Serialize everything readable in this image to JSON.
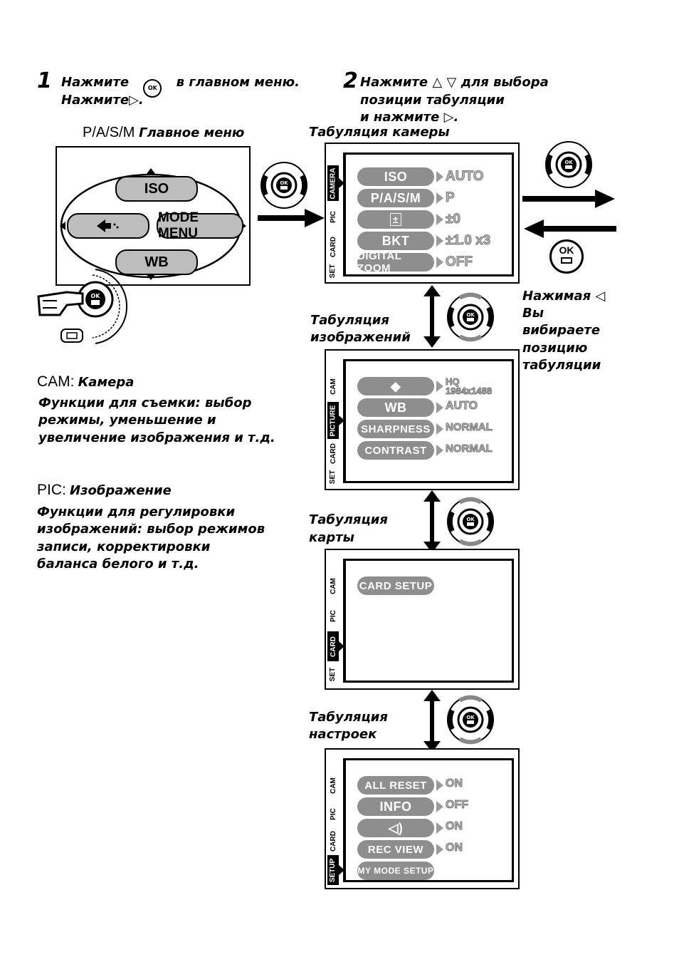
{
  "step1": {
    "number": "1",
    "line1_prefix": "Нажмите",
    "line1_suffix": "в главном меню.",
    "line2": "Нажмите▷."
  },
  "step2": {
    "number": "2",
    "line1": "Нажмите △ ▽ для выбора",
    "line2": "позиции табуляции",
    "line3": "и нажмите ▷."
  },
  "main_menu": {
    "title_prefix": "P/A/S/M",
    "title_suffix": "Главное меню",
    "top_label": "ISO",
    "right_label": "MODE MENU",
    "bottom_label": "WB"
  },
  "labels": {
    "camera_tab": "Табуляция камеры",
    "images_tab_1": "Табуляция",
    "images_tab_2": "изображений",
    "card_tab_1": "Табуляция",
    "card_tab_2": "карты",
    "setup_tab_1": "Табуляция",
    "setup_tab_2": "настроек",
    "pressing_1": "Нажимая ◁",
    "pressing_2": "Вы",
    "pressing_3": "вибираете",
    "pressing_4": "позицию",
    "pressing_5": "табуляции"
  },
  "cam_desc": {
    "head_code": "CAM:",
    "head_name": "Камера",
    "line1": "Функции для съемки: выбор",
    "line2": "режимы, уменьшение и",
    "line3": "увеличение изображения и т.д."
  },
  "pic_desc": {
    "head_code": "PIC:",
    "head_name": "Изображение",
    "line1": "Функции для регулировки",
    "line2": "изображений: выбор режимов",
    "line3": "записи, корректировки",
    "line4": "баланса белого и т.д."
  },
  "ok_label": "OK",
  "screens": {
    "camera": {
      "tabs": [
        "CAMERA",
        "PIC",
        "CARD",
        "SET"
      ],
      "rows": [
        {
          "label": "ISO",
          "value": "AUTO"
        },
        {
          "label": "P/A/S/M",
          "value": "P"
        },
        {
          "label": "±",
          "value": "±0"
        },
        {
          "label": "BKT",
          "value": "±1.0 x3"
        },
        {
          "label": "DIGITAL ZOOM",
          "value": "OFF"
        }
      ]
    },
    "picture": {
      "tabs": [
        "CAM",
        "PICTURE",
        "CARD",
        "SET"
      ],
      "rows": [
        {
          "label": "◆",
          "value1": "HQ",
          "value2": "1984x1488"
        },
        {
          "label": "WB",
          "value": "AUTO"
        },
        {
          "label": "SHARPNESS",
          "value": "NORMAL"
        },
        {
          "label": "CONTRAST",
          "value": "NORMAL"
        }
      ]
    },
    "card": {
      "tabs": [
        "CAM",
        "PIC",
        "CARD",
        "SET"
      ],
      "rows": [
        {
          "label": "CARD SETUP"
        }
      ]
    },
    "setup": {
      "tabs": [
        "CAM",
        "PIC",
        "CARD",
        "SETUP"
      ],
      "rows": [
        {
          "label": "ALL RESET",
          "value": "ON"
        },
        {
          "label": "INFO",
          "value": "OFF"
        },
        {
          "label": "◁)",
          "value": "ON"
        },
        {
          "label": "REC VIEW",
          "value": "ON"
        },
        {
          "label": "MY MODE SETUP"
        }
      ]
    }
  }
}
